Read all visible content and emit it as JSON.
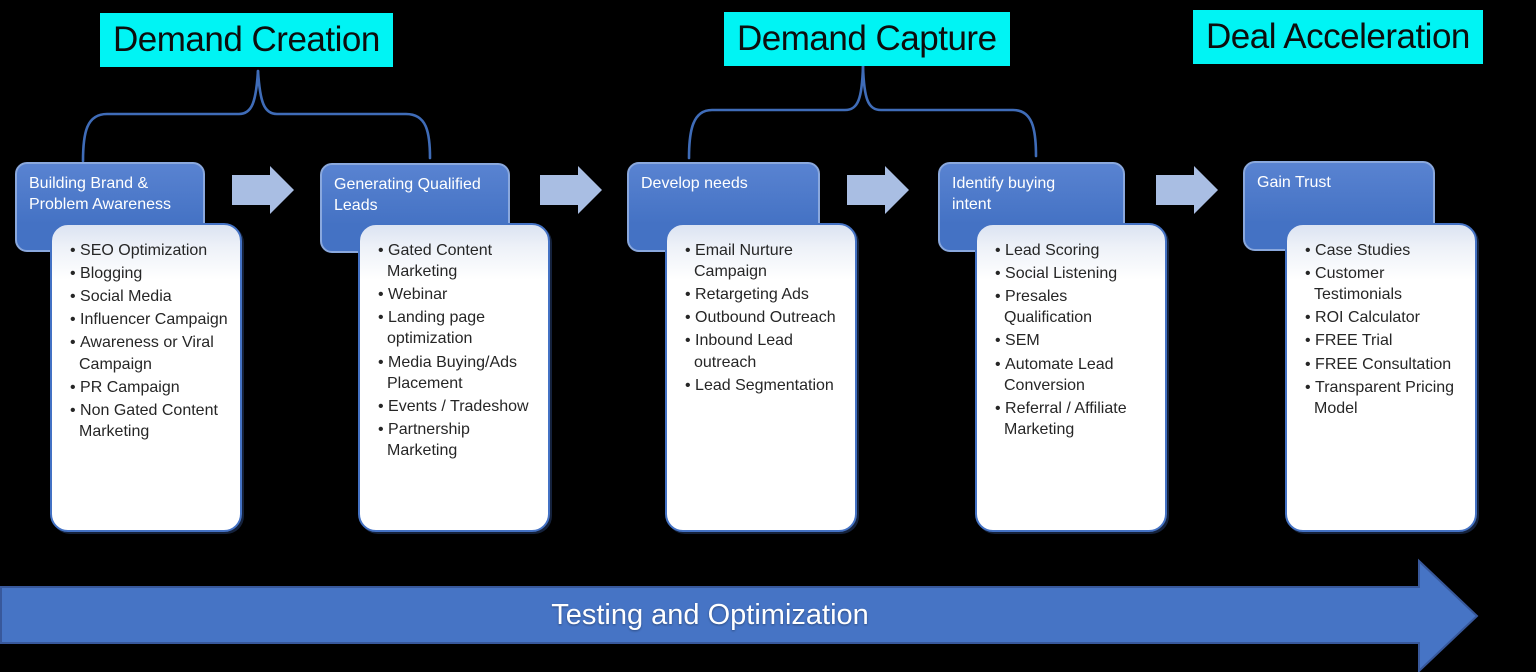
{
  "headers": [
    {
      "label": "Demand Creation"
    },
    {
      "label": "Demand Capture"
    },
    {
      "label": "Deal Acceleration"
    }
  ],
  "stages": [
    {
      "title": "Building Brand & Problem Awareness",
      "items": [
        "SEO Optimization",
        "Blogging",
        "Social Media",
        "Influencer Campaign",
        "Awareness or Viral Campaign",
        "PR Campaign",
        "Non Gated Content Marketing"
      ]
    },
    {
      "title": "Generating Qualified Leads",
      "items": [
        "Gated Content Marketing",
        "Webinar",
        "Landing page optimization",
        "Media Buying/Ads Placement",
        "Events / Tradeshow",
        "Partnership Marketing"
      ]
    },
    {
      "title": "Develop needs",
      "items": [
        "Email Nurture Campaign",
        "Retargeting Ads",
        "Outbound Outreach",
        "Inbound Lead outreach",
        "Lead Segmentation"
      ]
    },
    {
      "title": "Identify buying intent",
      "items": [
        "Lead Scoring",
        "Social Listening",
        "Presales Qualification",
        "SEM",
        "Automate Lead Conversion",
        "Referral / Affiliate Marketing"
      ]
    },
    {
      "title": "Gain Trust",
      "items": [
        "Case Studies",
        "Customer Testimonials",
        "ROI Calculator",
        "FREE Trial",
        "FREE Consultation",
        "Transparent Pricing Model"
      ]
    }
  ],
  "bottom_arrow": {
    "label": "Testing and Optimization"
  },
  "colors": {
    "background": "#000000",
    "header_bg": "#00F4F4",
    "header_text": "#0D0D0D",
    "stage_box_fill": "#4472C4",
    "stage_box_border": "#8AA8DD",
    "card_bg": "#FFFFFF",
    "card_top_tint": "#DBE3F2",
    "card_border": "#4472C4",
    "card_text": "#262626",
    "connector_arrow": "#A9BEE3",
    "brace_stroke": "#3F6CB8",
    "bottom_arrow_fill": "#4674C5",
    "bottom_arrow_border": "#38589B",
    "bottom_arrow_text": "#FFFFFF"
  }
}
